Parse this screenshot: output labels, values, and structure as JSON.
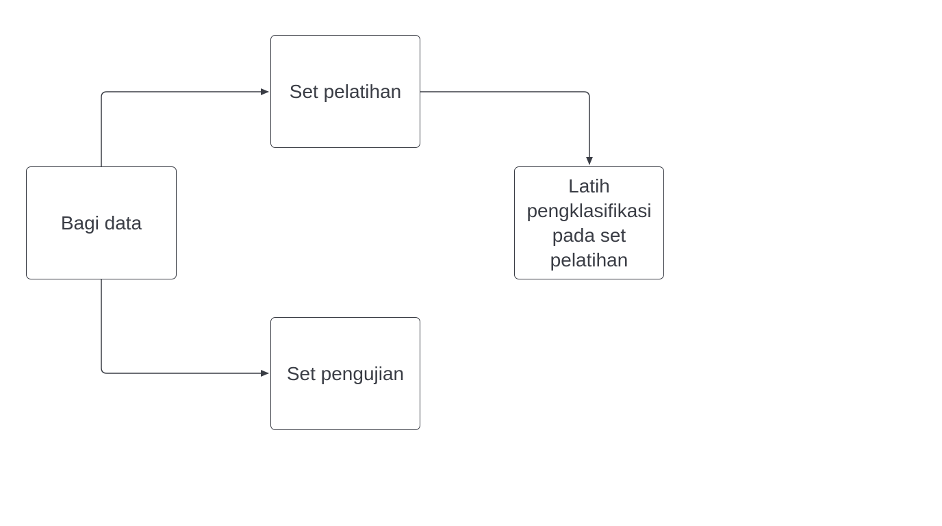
{
  "diagram": {
    "nodes": {
      "bagi_data": "Bagi data",
      "training_set": "Set pelatihan",
      "test_set": "Set pengujian",
      "train_classifier": "Latih pengklasifikasi pada set pelatihan"
    },
    "edges": [
      {
        "from": "bagi_data",
        "to": "training_set"
      },
      {
        "from": "bagi_data",
        "to": "test_set"
      },
      {
        "from": "training_set",
        "to": "train_classifier"
      }
    ],
    "colors": {
      "stroke": "#3a3d45",
      "text": "#3a3d45",
      "background": "#ffffff"
    }
  }
}
